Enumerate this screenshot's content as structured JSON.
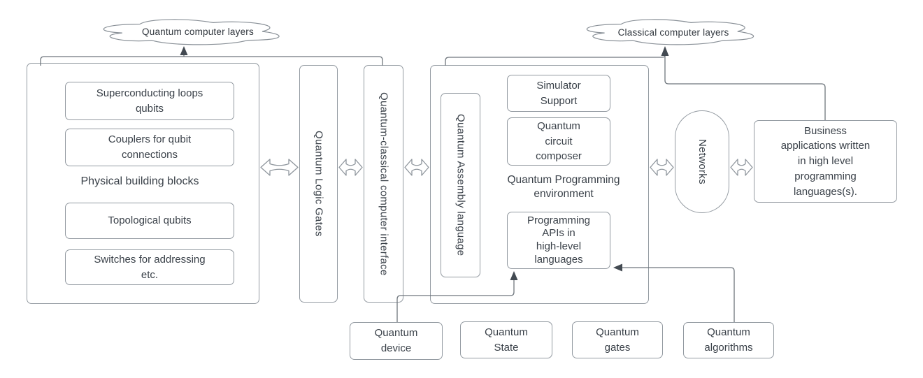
{
  "clouds": {
    "quantum": "Quantum computer layers",
    "classical": "Classical computer layers"
  },
  "physical": {
    "superconducting": "Superconducting loops\nqubits",
    "couplers": "Couplers for qubit\nconnections",
    "label": "Physical building blocks",
    "topological": "Topological qubits",
    "switches": "Switches for addressing\netc."
  },
  "layers": {
    "logic_gates": "Quantum Logic Gates",
    "interface": "Quantum-classical computer interface",
    "assembly": "Quantum Assembly language",
    "simulator": "Simulator\nSupport",
    "composer": "Quantum\ncircuit\ncomposer",
    "env_label": "Quantum Programming\nenvironment",
    "apis": "Programming\nAPIs in\nhigh-level\nlanguages",
    "networks": "Networks",
    "business": "Business\napplications written\nin high level\nprogramming\nlanguages(s)."
  },
  "bottom": {
    "device": "Quantum\ndevice",
    "state": "Quantum\nState",
    "gates": "Quantum\ngates",
    "algorithms": "Quantum\nalgorithms"
  },
  "colors": {
    "background": "#ffffff",
    "box_border": "#939aa1",
    "text": "#3a4149",
    "connector": "#6f767d",
    "arrowhead": "#434a52"
  }
}
